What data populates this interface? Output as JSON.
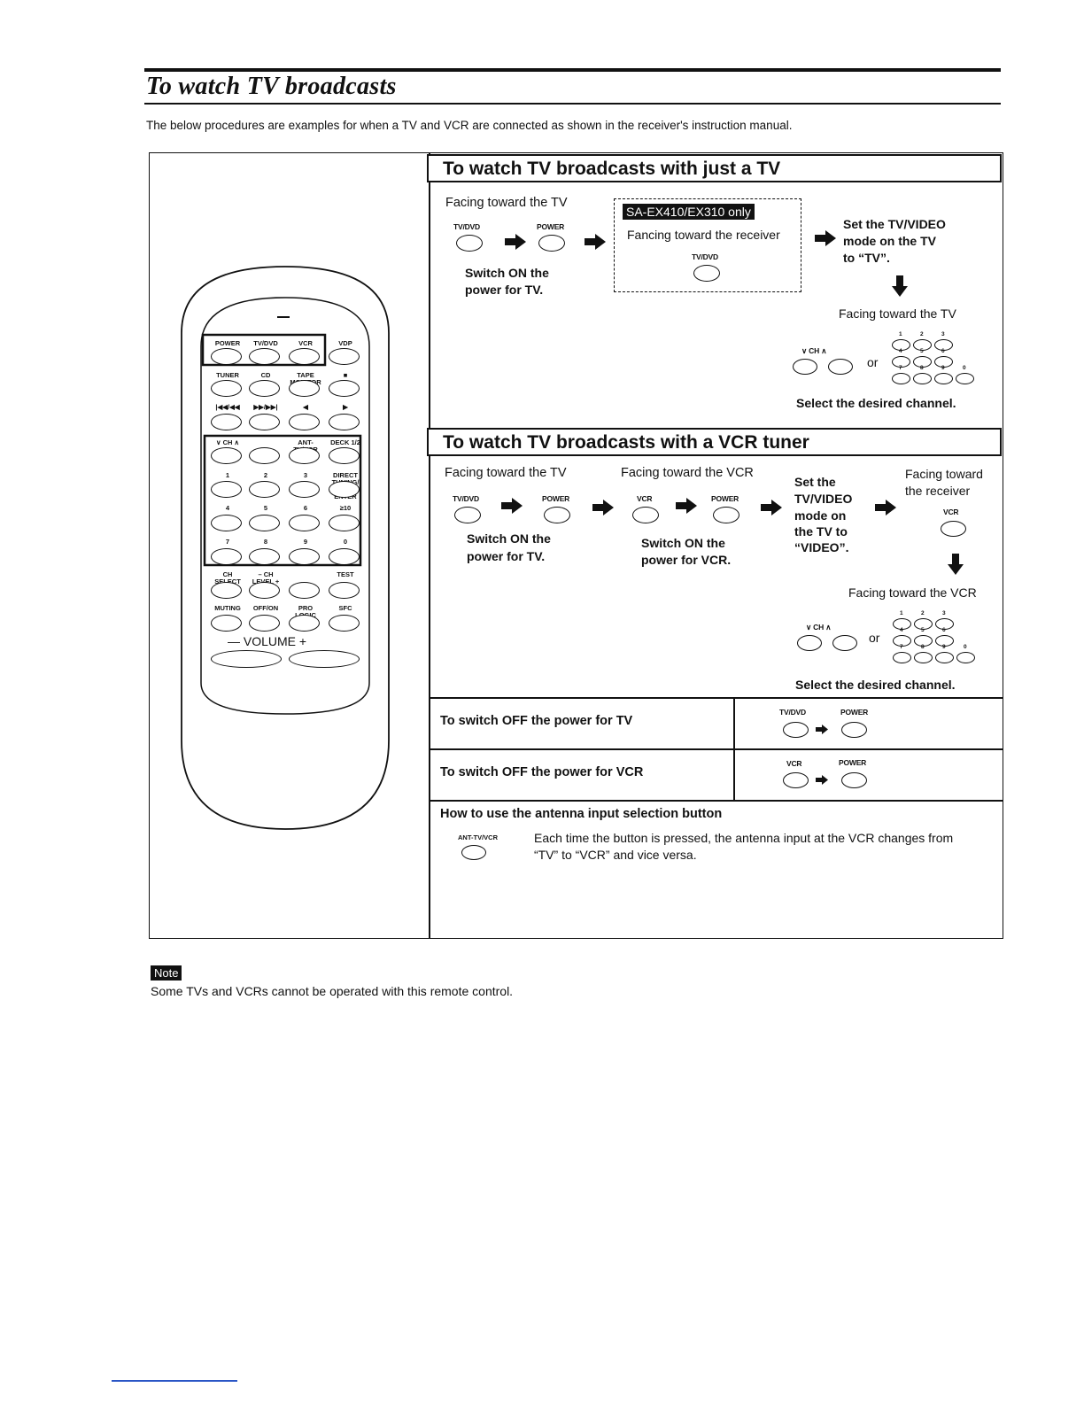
{
  "page": {
    "title": "To watch TV broadcasts",
    "intro": "The below procedures are examples for when a TV and VCR are connected as shown in the receiver's instruction manual."
  },
  "remote": {
    "rows": [
      [
        "POWER",
        "TV/DVD",
        "VCR",
        "VDP"
      ],
      [
        "TUNER",
        "CD",
        "TAPE MONITOR",
        "■"
      ],
      [
        "|◀◀/◀◀",
        "▶▶/▶▶|",
        "◀",
        "▶"
      ],
      [
        "∨  CH  ∧",
        "",
        "ANT-TV/VCR",
        "DECK 1/2"
      ],
      [
        "1",
        "2",
        "3",
        "DIRECT TUNING/ DISC ENTER"
      ],
      [
        "4",
        "5",
        "6",
        "≥10"
      ],
      [
        "7",
        "8",
        "9",
        "0"
      ],
      [
        "CH SELECT",
        "– CH LEVEL +",
        "",
        "TEST"
      ],
      [
        "MUTING",
        "OFF/ON",
        "PRO LOGIC",
        "SFC"
      ]
    ],
    "volume_label": "—   VOLUME   +"
  },
  "tv_section": {
    "heading": "To watch TV broadcasts with just a TV",
    "facing_tv": "Facing toward the TV",
    "btn_tvdvd": "TV/DVD",
    "btn_power": "POWER",
    "switch_on_line1": "Switch ON the",
    "switch_on_line2": "power for TV.",
    "model_badge": "SA-EX410/EX310 only",
    "facing_receiver": "Fancing toward the receiver",
    "receiver_btn": "TV/DVD",
    "set_mode_line1": "Set the TV/VIDEO",
    "set_mode_line2": "mode on the TV",
    "set_mode_line3": "to “TV”.",
    "facing_tv2": "Facing toward the TV",
    "ch_label": "∨ CH ∧",
    "or_label": "or",
    "digits": [
      "1",
      "2",
      "3",
      "4",
      "5",
      "6",
      "7",
      "8",
      "9",
      "0"
    ],
    "select_channel": "Select the desired channel."
  },
  "vcr_section": {
    "heading": "To watch TV broadcasts with a VCR tuner",
    "facing_tv": "Facing toward the TV",
    "facing_vcr": "Facing toward the VCR",
    "btn_tvdvd": "TV/DVD",
    "btn_power": "POWER",
    "btn_vcr": "VCR",
    "btn_power2": "POWER",
    "switch_tv_line1": "Switch ON the",
    "switch_tv_line2": "power for TV.",
    "switch_vcr_line1": "Switch ON the",
    "switch_vcr_line2": "power for VCR.",
    "set_line1": "Set the",
    "set_line2": "TV/VIDEO",
    "set_line3": "mode on",
    "set_line4": "the TV to",
    "set_line5": "“VIDEO”.",
    "facing_receiver_line1": "Facing toward",
    "facing_receiver_line2": "the receiver",
    "receiver_btn": "VCR",
    "facing_vcr2": "Facing toward the VCR",
    "ch_label": "∨ CH ∧",
    "or_label": "or",
    "digits": [
      "1",
      "2",
      "3",
      "4",
      "5",
      "6",
      "7",
      "8",
      "9",
      "0"
    ],
    "select_channel": "Select the desired channel."
  },
  "off_rows": [
    {
      "label": "To switch OFF the power for TV",
      "btn1": "TV/DVD",
      "btn2": "POWER"
    },
    {
      "label": "To switch OFF the power for VCR",
      "btn1": "VCR",
      "btn2": "POWER"
    }
  ],
  "antenna": {
    "heading": "How to use the antenna input selection button",
    "btn_label": "ANT-TV/VCR",
    "desc_line1": "Each time the button is pressed, the antenna input at the VCR changes from",
    "desc_line2": "“TV” to “VCR” and vice versa."
  },
  "note": {
    "badge": "Note",
    "text": "Some TVs and VCRs cannot be operated with this remote control."
  }
}
